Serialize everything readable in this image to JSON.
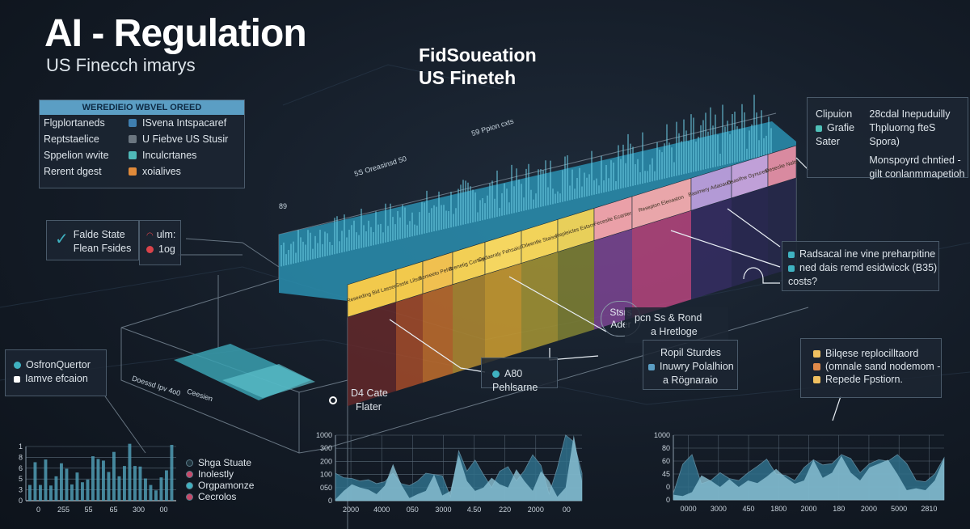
{
  "header": {
    "title": "AI - Regulation",
    "subtitle": "US Finecch imarys",
    "title2_line1": "FidSoueation",
    "title2_line2": "US Fineteh"
  },
  "legend": {
    "header": "WEREDIEIO WBVEL OREED",
    "rows": [
      {
        "label": "Flgplortaneds",
        "swatch_label": "ISvena Intspacaref",
        "color": "#3f7fb0"
      },
      {
        "label": "Reptstaelice",
        "swatch_label": "U Fiebve US Stusir",
        "color": "#6b7680"
      },
      {
        "label": "Sppelion wvite",
        "swatch_label": "Inculcrtanes",
        "color": "#4fb8b8"
      },
      {
        "label": "Rerent dgest",
        "swatch_label": "xoialives",
        "color": "#e08a3a"
      }
    ]
  },
  "diagram_annotations": {
    "a1": "5S Oreasinsd 50",
    "a2": "59 Ppion cxts",
    "a3": "89",
    "a4": "Doessd Ipv 4o0",
    "a5": "Ceesien"
  },
  "tiles": [
    {
      "label": "Reseeding Bid Lasser",
      "tile_color": "#f2c94c",
      "column_color": "#6e2a2a"
    },
    {
      "label": "Ssste Lilsor",
      "tile_color": "#f2c94c",
      "column_color": "#b8522a"
    },
    {
      "label": "Bemeeto Pehibs",
      "tile_color": "#f0c050",
      "column_color": "#d9782c"
    },
    {
      "label": "Brenetig Curtsein",
      "tile_color": "#f2cf55",
      "column_color": "#c89a32"
    },
    {
      "label": "Cydaeraly Fehsaicitor",
      "tile_color": "#f5d660",
      "column_color": "#e8b030"
    },
    {
      "label": "Dileentle Staiss",
      "tile_color": "#f2d35a",
      "column_color": "#b9a534"
    },
    {
      "label": "Repleicles Estsos",
      "tile_color": "#e8cf5a",
      "column_color": "#8f8f34"
    },
    {
      "label": "Fecesile Ecanter",
      "tile_color": "#eaa0a8",
      "column_color": "#8a4aa0"
    },
    {
      "label": "Resepion Eleoaston",
      "tile_color": "#e9a6aa",
      "column_color": "#cc4a88"
    },
    {
      "label": "Basimery Adaoauon",
      "tile_color": "#b39ad6",
      "column_color": "#3a2f6a"
    },
    {
      "label": "Osasifne Gynuretes",
      "tile_color": "#c0a0d8",
      "column_color": "#2e2a58"
    },
    {
      "label": "Deseclie Nalts",
      "tile_color": "#d98aa0",
      "column_color": "#2a2a50"
    }
  ],
  "callouts": {
    "state": {
      "line1": "Falde State",
      "line2": "Flean Fsides",
      "icon": "check-shield-icon"
    },
    "wifi": {
      "line1": "ulm:",
      "line2": "1og",
      "icon1": "wifi-icon",
      "icon2": "record-dot-icon",
      "color": "#d9434a"
    },
    "quarter": {
      "line1": "OsfronQuertor",
      "line2": "Iamve efcaion",
      "color1": "#3fb2c1",
      "color2": "#ffffff"
    },
    "top_right": {
      "left1": "Clipuion",
      "left2": "Grafie",
      "left3": "Sater",
      "right1": "28cdal Inepuduilly",
      "right2": "Thpluorng fteS Spora)",
      "right3": "Monspoyrd chntied -",
      "right4": "gilt conlanmmapetioh"
    },
    "mid_right": {
      "line1": "Radsacal ine vine preharpitine",
      "line2": "ned dais remd esidwicck (B35)",
      "line3": "costs?"
    },
    "cloud": {
      "line1": "Stsrs",
      "line2": "Ader"
    },
    "heritage": {
      "line1": "pcn Ss & Rond",
      "line2": "a Hretloge"
    },
    "a80": {
      "label": "A80 Pehlsarne"
    },
    "rapid": {
      "line1": "Ropil Sturdes",
      "line2": "Inuwry Polalhion",
      "line3": "a Rögnaraio"
    },
    "orange": {
      "rows": [
        {
          "label": "Bilqese replocilltaord",
          "color": "#f0c060"
        },
        {
          "label": "(omnale sand nodemom -",
          "color": "#e08a4a"
        },
        {
          "label": "Repede Fpstiorn.",
          "color": "#f0c060"
        }
      ]
    },
    "d4": {
      "line1": "D4 Cate",
      "line2": "Flater"
    }
  },
  "chart_data": [
    {
      "type": "bar",
      "ytick_labels": [
        "0",
        "3",
        "5",
        "6",
        "8",
        "1"
      ],
      "xtick_labels": [
        "0",
        "255",
        "55",
        "65",
        "300",
        "00"
      ],
      "ylim": [
        0,
        10
      ],
      "values": [
        2.9,
        7.1,
        2.9,
        7.6,
        2.8,
        4.5,
        6.9,
        5.9,
        3.0,
        5.2,
        3.4,
        3.9,
        8.2,
        7.7,
        7.4,
        5.3,
        9.0,
        4.5,
        6.4,
        10.5,
        6.4,
        6.3,
        4.1,
        2.9,
        1.9,
        4.3,
        5.6,
        10.3
      ],
      "color": "#4f9bb3",
      "legend": [
        {
          "name": "Shga Stuate",
          "color": "#20343e"
        },
        {
          "name": "Inolestly",
          "color": "#c8496a"
        },
        {
          "name": "Orgpamonze",
          "color": "#3fb2c1"
        },
        {
          "name": "Cecrolos",
          "color": "#c8496a"
        }
      ]
    },
    {
      "type": "area",
      "ytick_labels": [
        "0",
        "050",
        "100",
        "200",
        "300",
        "1000"
      ],
      "xtick_labels": [
        "2000",
        "4000",
        "050",
        "3000",
        "4.50",
        "220",
        "2000",
        "00"
      ],
      "ylim": [
        0,
        1000
      ],
      "series": [
        {
          "values": [
            420,
            350,
            340,
            300,
            320,
            260,
            290,
            420,
            260,
            230,
            300,
            420,
            400,
            380,
            60,
            760,
            450,
            620,
            400,
            200,
            450,
            520,
            300,
            460,
            700,
            540,
            100,
            500,
            1000,
            900,
            420
          ],
          "color": "#2f6f8a"
        },
        {
          "values": [
            20,
            150,
            250,
            200,
            170,
            100,
            230,
            560,
            250,
            40,
            100,
            150,
            400,
            80,
            150,
            700,
            300,
            150,
            200,
            350,
            250,
            200,
            480,
            300,
            150,
            450,
            300,
            60,
            200,
            1000,
            300
          ],
          "color": "#8cc3d6"
        }
      ]
    },
    {
      "type": "area",
      "ytick_labels": [
        "0",
        "0",
        "45",
        "60",
        "80",
        "1000"
      ],
      "xtick_labels": [
        "0000",
        "3000",
        "450",
        "1800",
        "2000",
        "180",
        "2000",
        "5000",
        "2810"
      ],
      "ylim": [
        0,
        1000
      ],
      "series": [
        {
          "values": [
            100,
            550,
            700,
            250,
            300,
            420,
            330,
            300,
            420,
            520,
            630,
            400,
            380,
            300,
            500,
            620,
            540,
            560,
            700,
            640,
            420,
            560,
            620,
            600,
            700,
            560,
            300,
            280,
            400,
            650
          ],
          "color": "#2f6f8a"
        },
        {
          "values": [
            80,
            60,
            120,
            380,
            300,
            200,
            320,
            200,
            300,
            260,
            360,
            480,
            350,
            250,
            300,
            620,
            340,
            420,
            680,
            420,
            300,
            500,
            560,
            620,
            400,
            150,
            180,
            150,
            300,
            650
          ],
          "color": "#8cc3d6"
        }
      ]
    }
  ]
}
